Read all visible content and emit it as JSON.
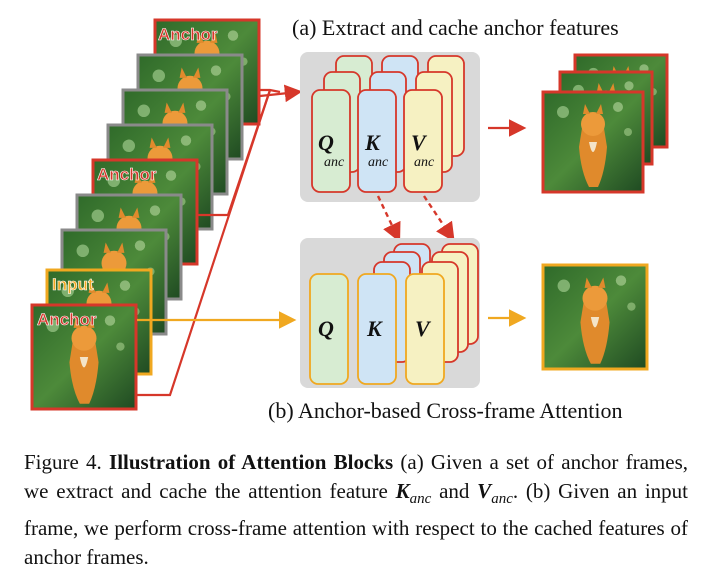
{
  "titles": {
    "top": "(a) Extract and cache anchor features",
    "bottom": "(b) Anchor-based Cross-frame Attention"
  },
  "frame_labels": {
    "anchor": "Anchor",
    "input": "Input"
  },
  "blocks": {
    "q": "Q",
    "k": "K",
    "v": "V",
    "anc": "anc"
  },
  "caption": {
    "prefix": "Figure 4.",
    "bold": "Illustration of Attention Blocks",
    "text_a": "(a) Given a set of anchor frames, we extract and cache the attention feature",
    "k_sym": "K",
    "anc_sub": "anc",
    "and_word": "and",
    "v_sym": "V",
    "text_b": ". (b) Given an input frame, we perform cross-frame attention with respect to the cached features of anchor frames."
  },
  "colors": {
    "anchor_red": "#d6372a",
    "input_orange": "#f0a820",
    "frame_gray": "#8a8a8a",
    "panel_gray": "#d9d9d9",
    "q_fill": "#d7ecd2",
    "k_fill": "#cfe4f5",
    "v_fill": "#f6f1c2"
  }
}
